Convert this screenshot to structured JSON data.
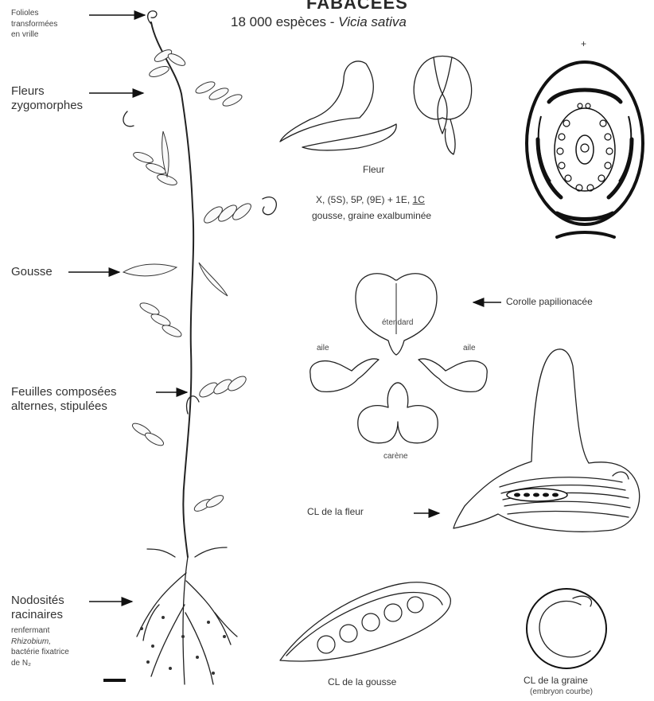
{
  "header": {
    "family": "FABACEES",
    "count": "18 000 espèces -",
    "species": "Vicia sativa"
  },
  "labels": {
    "folioles": "Folioles\ntransformées\nen vrille",
    "fleurs": "Fleurs\nzygomorphes",
    "gousse": "Gousse",
    "feuilles": "Feuilles composées\nalternes, stipulées",
    "nodosites": "Nodosités\nracinaires",
    "nodosites_detail_1": "renfermant",
    "nodosites_detail_2": "Rhizobium,",
    "nodosites_detail_3": "bactérie fixatrice",
    "nodosites_detail_4": "de N₂"
  },
  "flower": {
    "caption": "Fleur",
    "formula": "X, (5S), 5P, (9E) + 1E,",
    "formula_carpel": "1C",
    "fruit": "gousse, graine exalbuminée"
  },
  "diagram": {
    "plus_sign": "+"
  },
  "corolla": {
    "label": "Corolle papilionacée",
    "etendard": "étendard",
    "aile_left": "aile",
    "aile_right": "aile",
    "carene": "carène"
  },
  "sections": {
    "cl_fleur": "CL de la fleur",
    "cl_gousse": "CL de la gousse",
    "cl_graine": "CL de la graine",
    "cl_graine_note": "(embryon courbe)"
  }
}
